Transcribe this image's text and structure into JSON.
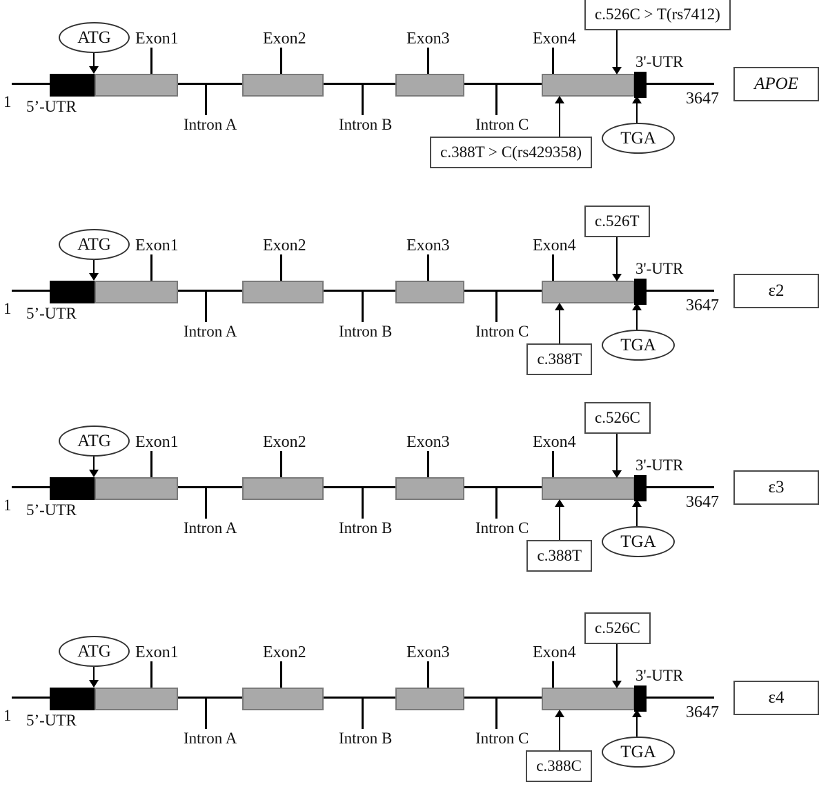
{
  "colors": {
    "background": "#ffffff",
    "exon_fill": "#a9a9a9",
    "exon_border": "#7a7a7a",
    "utr_fill": "#000000",
    "backbone": "#000000"
  },
  "shared": {
    "start_codon": "ATG",
    "stop_codon": "TGA",
    "five_utr": "5’-UTR",
    "three_utr": "3'-UTR",
    "start_position": "1",
    "end_position": "3647",
    "exon_labels": [
      "Exon1",
      "Exon2",
      "Exon3",
      "Exon4"
    ],
    "intron_labels": [
      "Intron A",
      "Intron B",
      "Intron C"
    ]
  },
  "rows": [
    {
      "gene_label": "APOE",
      "snp_526": "c.526C > T(rs7412)",
      "snp_388": "c.388T > C(rs429358)"
    },
    {
      "gene_label": "ε2",
      "snp_526": "c.526T",
      "snp_388": "c.388T"
    },
    {
      "gene_label": "ε3",
      "snp_526": "c.526C",
      "snp_388": "c.388T"
    },
    {
      "gene_label": "ε4",
      "snp_526": "c.526C",
      "snp_388": "c.388C"
    }
  ]
}
